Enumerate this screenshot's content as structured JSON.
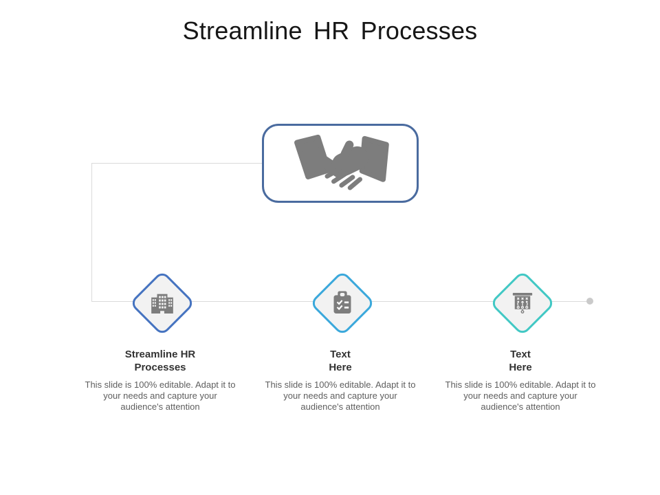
{
  "slide": {
    "title": "Streamline HR Processes",
    "background_color": "#ffffff"
  },
  "hero": {
    "icon": "handshake-icon",
    "border_color": "#4a6b9f",
    "icon_color": "#7d7d7d",
    "fill_color": "#ffffff"
  },
  "timeline": {
    "line_color": "#dadada",
    "end_dot_color": "#cacaca",
    "node_fill_color": "#f2f2f2"
  },
  "steps": [
    {
      "icon": "office-building-icon",
      "diamond_border_color": "#4573c0",
      "heading": "Streamline HR\nProcesses",
      "description": "This slide is 100% editable. Adapt it to your needs and capture your audience's attention"
    },
    {
      "icon": "clipboard-checklist-icon",
      "diamond_border_color": "#3aa8db",
      "heading": "Text\nHere",
      "description": "This slide is 100% editable. Adapt it to your needs and capture your audience's attention"
    },
    {
      "icon": "strategy-board-icon",
      "diamond_border_color": "#41c8c4",
      "heading": "Text\nHere",
      "description": "This slide is 100% editable. Adapt it to your needs and capture your audience's attention"
    }
  ]
}
